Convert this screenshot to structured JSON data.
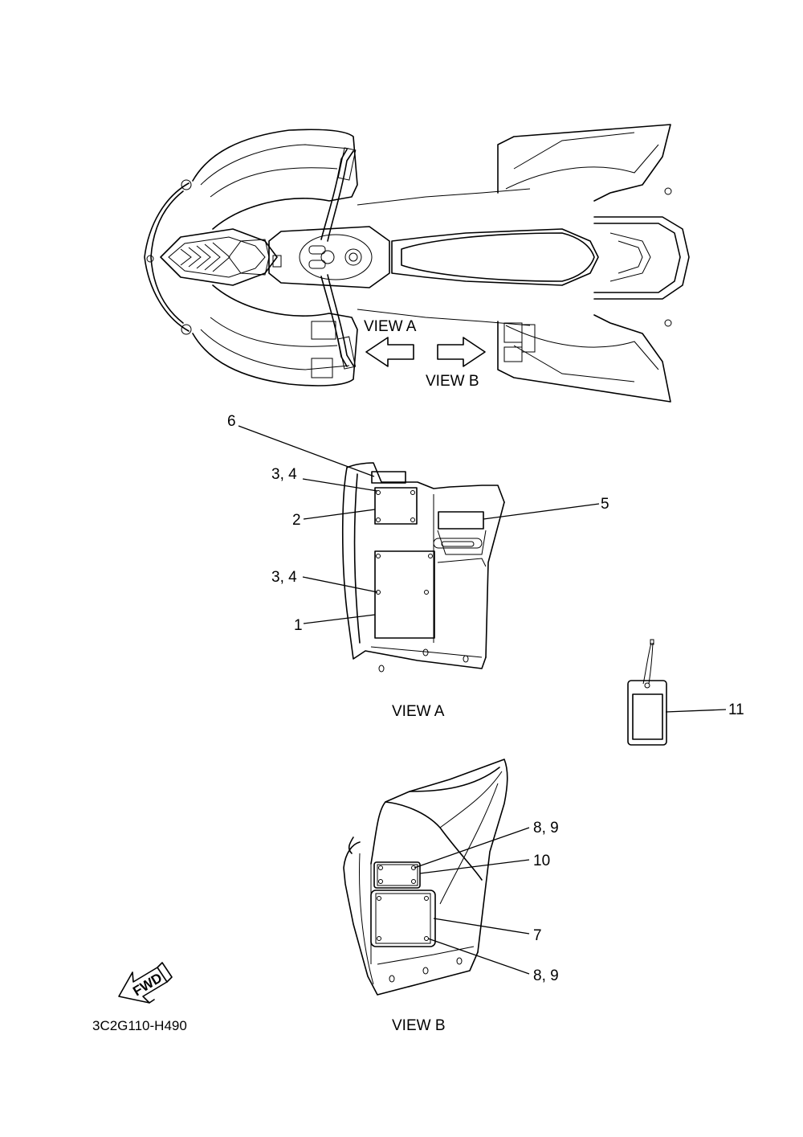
{
  "top_view": {
    "view_a_label": "VIEW A",
    "view_b_label": "VIEW B"
  },
  "view_a": {
    "caption": "VIEW A",
    "callouts": {
      "c1": "1",
      "c2": "2",
      "c34_upper": "3, 4",
      "c34_lower": "3, 4",
      "c5": "5",
      "c6": "6"
    }
  },
  "tag": {
    "callout": "11"
  },
  "view_b": {
    "caption": "VIEW B",
    "callouts": {
      "c89_upper": "8, 9",
      "c10": "10",
      "c7": "7",
      "c89_lower": "8, 9"
    }
  },
  "fwd_icon": {
    "text": "FWD"
  },
  "diagram_code": "3C2G110-H490"
}
